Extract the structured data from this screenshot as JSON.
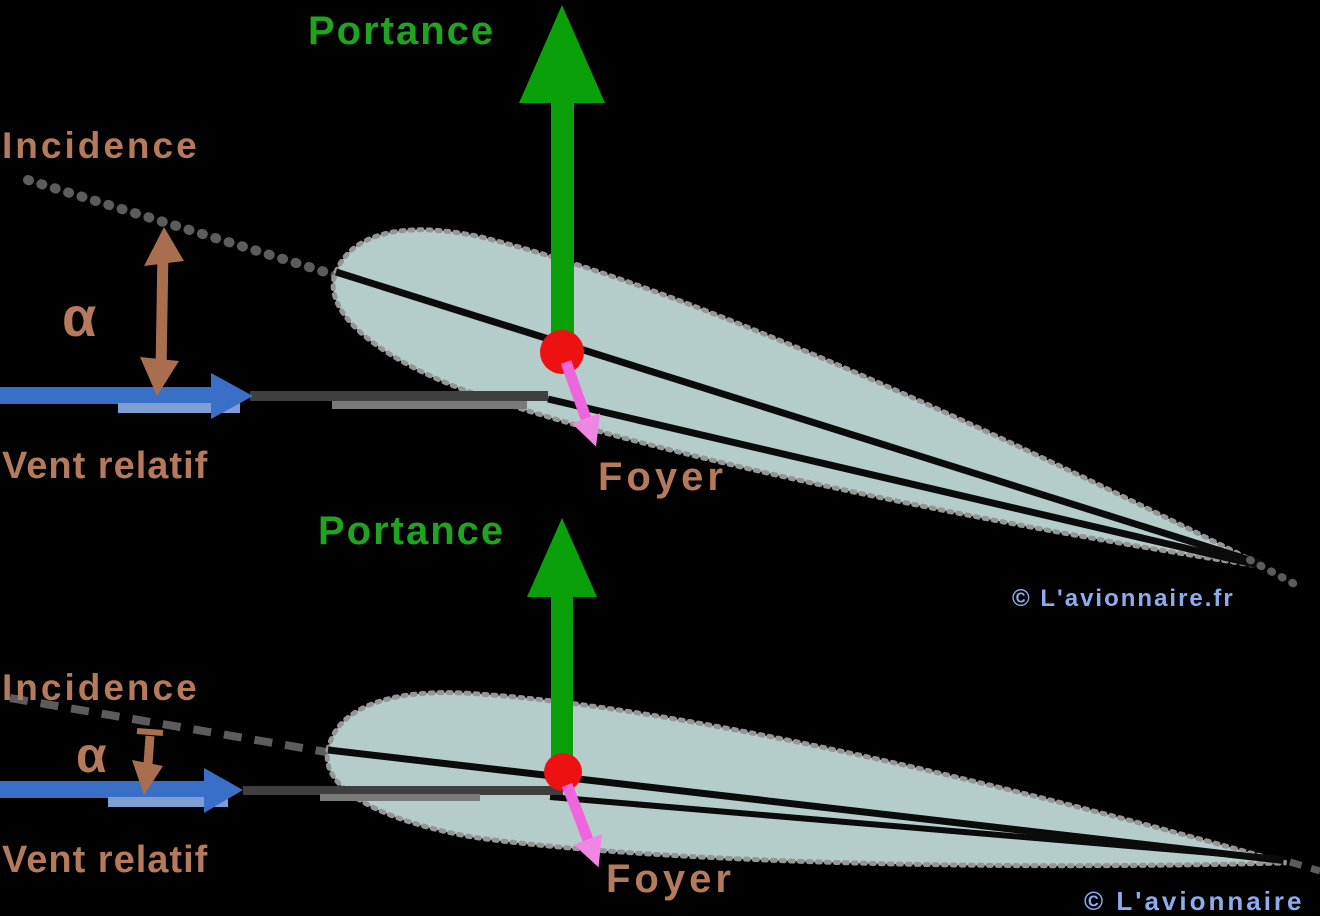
{
  "figure": {
    "description": "Airfoil angle of attack diagram (two cases: large and small incidence)",
    "colors": {
      "background": "#000000",
      "lift_green": "#0aa00a",
      "label_green": "#1fa41f",
      "label_brown": "#b5795b",
      "angle_arrow_brown": "#a96e4e",
      "relative_wind_blue": "#3a6fc8",
      "focus_red": "#ee1111",
      "focus_arrow_pink": "#ee66dd",
      "airfoil_fill": "#b5cdca",
      "airfoil_outline_grey": "#969696",
      "watermark_blue": "#8cacee"
    },
    "diagrams": [
      {
        "name": "large-angle-of-attack",
        "labels": {
          "lift": "Portance",
          "incidence": "Incidence",
          "alpha": "α",
          "relative_wind": "Vent relatif",
          "aerodynamic_center": "Foyer"
        },
        "watermark": "© L'avionnaire.fr"
      },
      {
        "name": "small-angle-of-attack",
        "labels": {
          "lift": "Portance",
          "incidence": "Incidence",
          "alpha": "α",
          "relative_wind": "Vent relatif",
          "aerodynamic_center": "Foyer"
        },
        "watermark": "© L'avionnaire"
      }
    ]
  }
}
